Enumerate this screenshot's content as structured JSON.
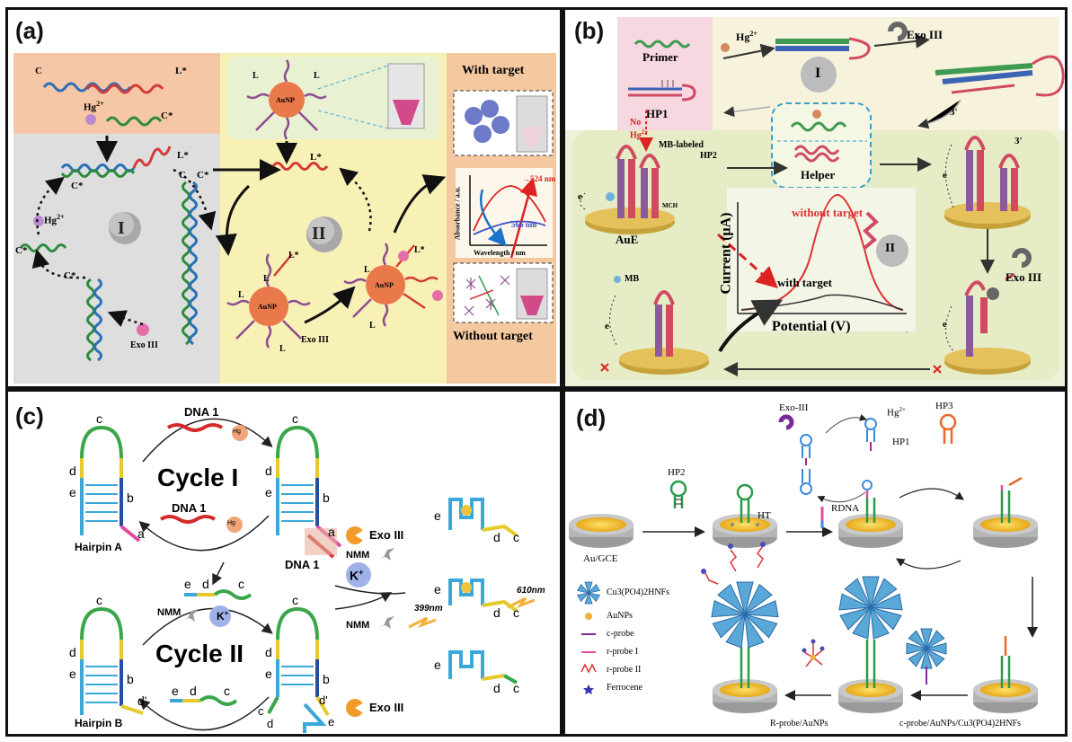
{
  "panels": {
    "a": {
      "label": "(a)",
      "strand_labels": {
        "c": "C",
        "l_star": "L*",
        "c_star": "C*",
        "l": "L"
      },
      "hg": "Hg",
      "hg_sup": "2+",
      "cycle_one": "I",
      "cycle_two": "II",
      "aunp": "AuNP",
      "exo": "Exo III",
      "with_target": "With target",
      "without_target": "Without target",
      "peak_524": "524 nm",
      "peak_566": "566 nm",
      "absorbance": "Absorbance / a.u.",
      "wavelength": "Wavelength / nm",
      "colors": {
        "bg_left": "#f6c7a6",
        "bg_gray": "#dedede",
        "bg_yellow": "#f8f1b6",
        "bg_right": "#f5c9a0"
      }
    },
    "b": {
      "label": "(b)",
      "primer": "Primer",
      "hp1": "HP1",
      "hg": "Hg",
      "hg_sup": "2+",
      "exo": "Exo  III",
      "exo2": "Exo  III",
      "cycle_one": "I",
      "cycle_two": "II",
      "three_prime": "3'",
      "three_prime2": "3'",
      "no": "No",
      "no_hg": "Hg",
      "no_hg_sup": "2+",
      "mb_labeled": "MB-labeled",
      "hp2": "HP2",
      "helper": "Helper",
      "aue": "AuE",
      "mch": "MCH",
      "mb": "MB",
      "current": "Current (μA)",
      "potential": "Potential (V)",
      "without_target": "without target",
      "with_target": "with target",
      "e1": "e",
      "e2": "e",
      "e3": "e",
      "e4": "e"
    },
    "c": {
      "label": "(c)",
      "dna1": "DNA 1",
      "dna1_b": "DNA 1",
      "dna1_c": "DNA 1",
      "hg": "Hg",
      "cycle_one": "Cycle I",
      "cycle_two": "Cycle II",
      "hairpin_a": "Hairpin A",
      "hairpin_b": "Hairpin B",
      "exo": "Exo III",
      "exo2": "Exo III",
      "nmm": "NMM",
      "nmm2": "NMM",
      "nmm3": "NMM",
      "k": "K",
      "k2": "K",
      "nm399": "399nm",
      "nm610": "610nm",
      "seg": {
        "a": "a",
        "b": "b",
        "c": "c",
        "d": "d",
        "e": "e",
        "dp": "d'"
      }
    },
    "d": {
      "label": "(d)",
      "exo": "Exo-III",
      "hg": "Hg",
      "hg_sup": "2+",
      "hp1": "HP1",
      "hp2": "HP2",
      "hp3": "HP3",
      "ht": "HT",
      "rdna": "RDNA",
      "au_gce": "Au/GCE",
      "legend": [
        "Cu3(PO4)2HNFs",
        "AuNPs",
        "c-probe",
        "r-probe I",
        "r-probe II",
        "Ferrocene"
      ],
      "r_probe_aunps": "R-probe/AuNPs",
      "c_probe_label": "c-probe/AuNPs/Cu3(PO4)2HNFs"
    }
  }
}
